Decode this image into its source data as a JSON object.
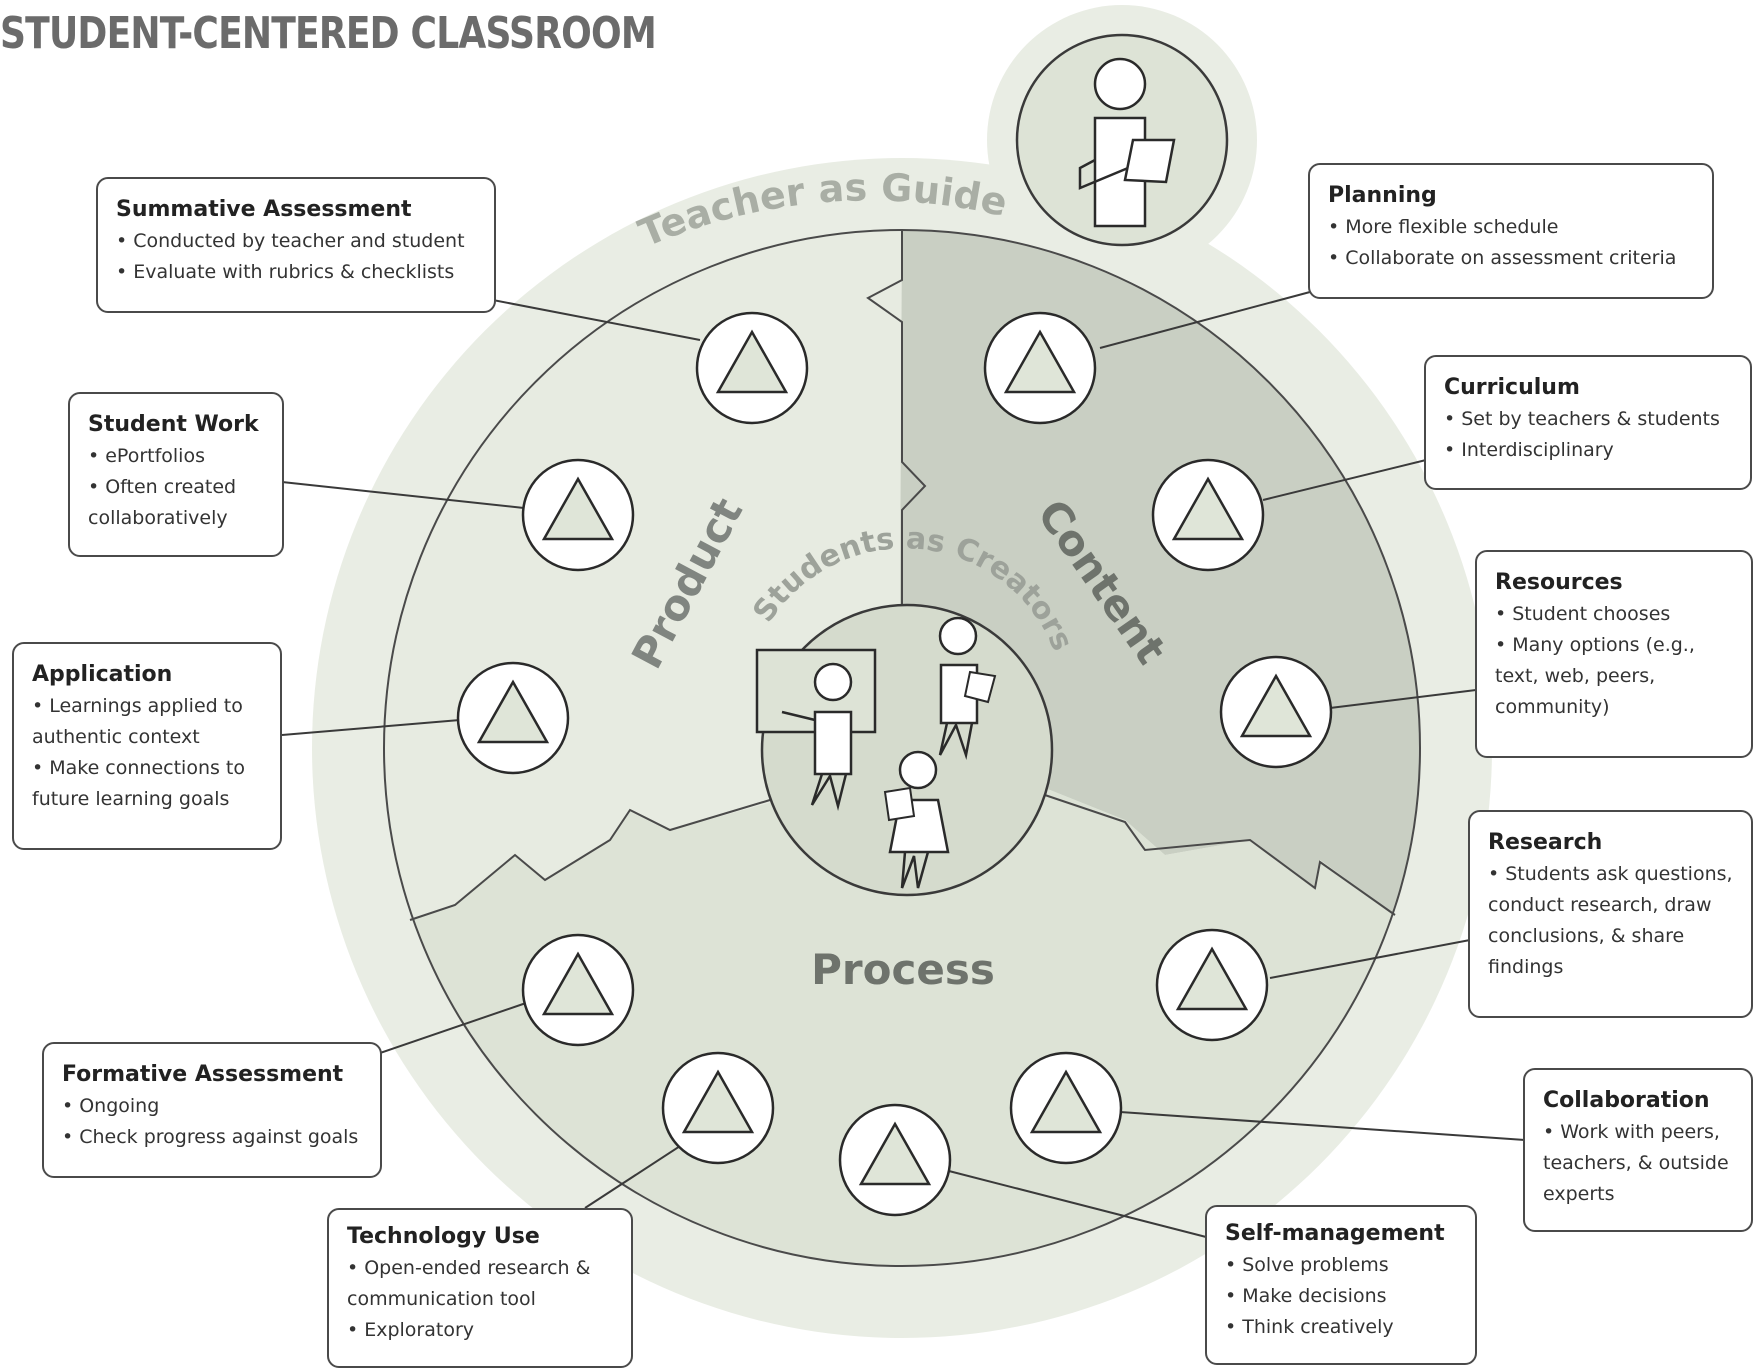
{
  "title": "STUDENT-CENTERED CLASSROOM",
  "ring_labels": {
    "outer": "Teacher as Guide",
    "inner": "Students as Creators"
  },
  "sections": {
    "product": "Product",
    "content": "Content",
    "process": "Process"
  },
  "icons": {
    "node": "triangle-icon",
    "teacher": "teacher-figure-icon",
    "students": "students-figures-icon"
  },
  "colors": {
    "halo": "#e9ede4",
    "product": "#e7ebe1",
    "content": "#c9cfc3",
    "process": "#dde3d6",
    "hub": "#d5dbcd",
    "triangle": "#dfe5d8",
    "text": "#2a2a2a"
  },
  "boxes": {
    "summative": {
      "title": "Summative Assessment",
      "items": [
        "Conducted by teacher and student",
        "Evaluate with rubrics & checklists"
      ]
    },
    "student_work": {
      "title": "Student Work",
      "items": [
        "ePortfolios",
        "Often created collaboratively"
      ]
    },
    "application": {
      "title": "Application",
      "items": [
        "Learnings applied to authentic context",
        "Make connections to future learning goals"
      ]
    },
    "formative": {
      "title": "Formative Assessment",
      "items": [
        "Ongoing",
        "Check progress against goals"
      ]
    },
    "technology": {
      "title": "Technology Use",
      "items": [
        "Open-ended research & communication tool",
        "Exploratory"
      ]
    },
    "self_management": {
      "title": "Self-management",
      "items": [
        "Solve problems",
        "Make decisions",
        "Think creatively"
      ]
    },
    "collaboration": {
      "title": "Collaboration",
      "items": [
        "Work with peers, teachers, & outside experts"
      ]
    },
    "research": {
      "title": "Research",
      "items": [
        "Students ask questions, conduct research, draw conclusions, & share findings"
      ]
    },
    "resources": {
      "title": "Resources",
      "items": [
        "Student chooses",
        "Many options (e.g., text, web, peers, community)"
      ]
    },
    "curriculum": {
      "title": "Curriculum",
      "items": [
        "Set by teachers & students",
        "Interdisciplinary"
      ]
    },
    "planning": {
      "title": "Planning",
      "items": [
        "More flexible schedule",
        "Collaborate on assessment criteria"
      ]
    }
  }
}
